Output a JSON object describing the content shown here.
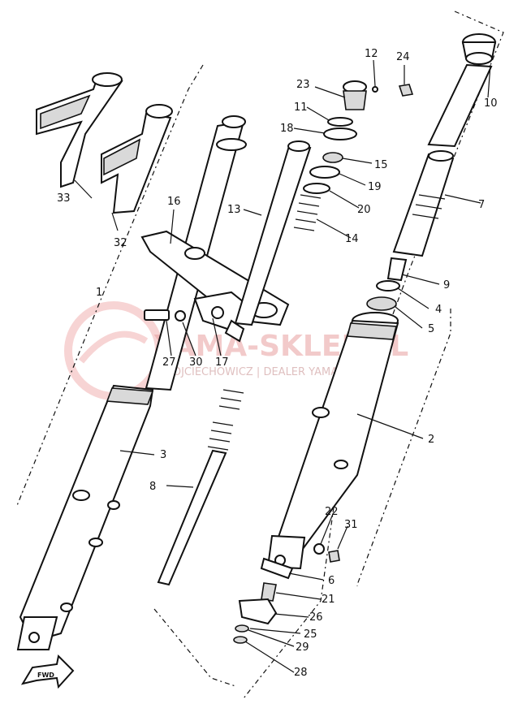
{
  "watermark": {
    "brand": "YAMA-SKLEP.PL",
    "dealer": "WOJCIECHOWICZ | DEALER YAMAHA"
  },
  "direction_marker": "FWD",
  "callouts": {
    "c1": "1",
    "c2": "2",
    "c3": "3",
    "c4": "4",
    "c5": "5",
    "c6": "6",
    "c7": "7",
    "c8": "8",
    "c9": "9",
    "c10": "10",
    "c11": "11",
    "c12": "12",
    "c13": "13",
    "c14": "14",
    "c15": "15",
    "c16": "16",
    "c17": "17",
    "c18": "18",
    "c19": "19",
    "c20": "20",
    "c21": "21",
    "c22": "22",
    "c23": "23",
    "c24": "24",
    "c25": "25",
    "c26": "26",
    "c27": "27",
    "c28": "28",
    "c29": "29",
    "c30": "30",
    "c31": "31",
    "c32": "32",
    "c33": "33"
  },
  "colors": {
    "line": "#111111",
    "watermark": "#e8a0a0"
  }
}
